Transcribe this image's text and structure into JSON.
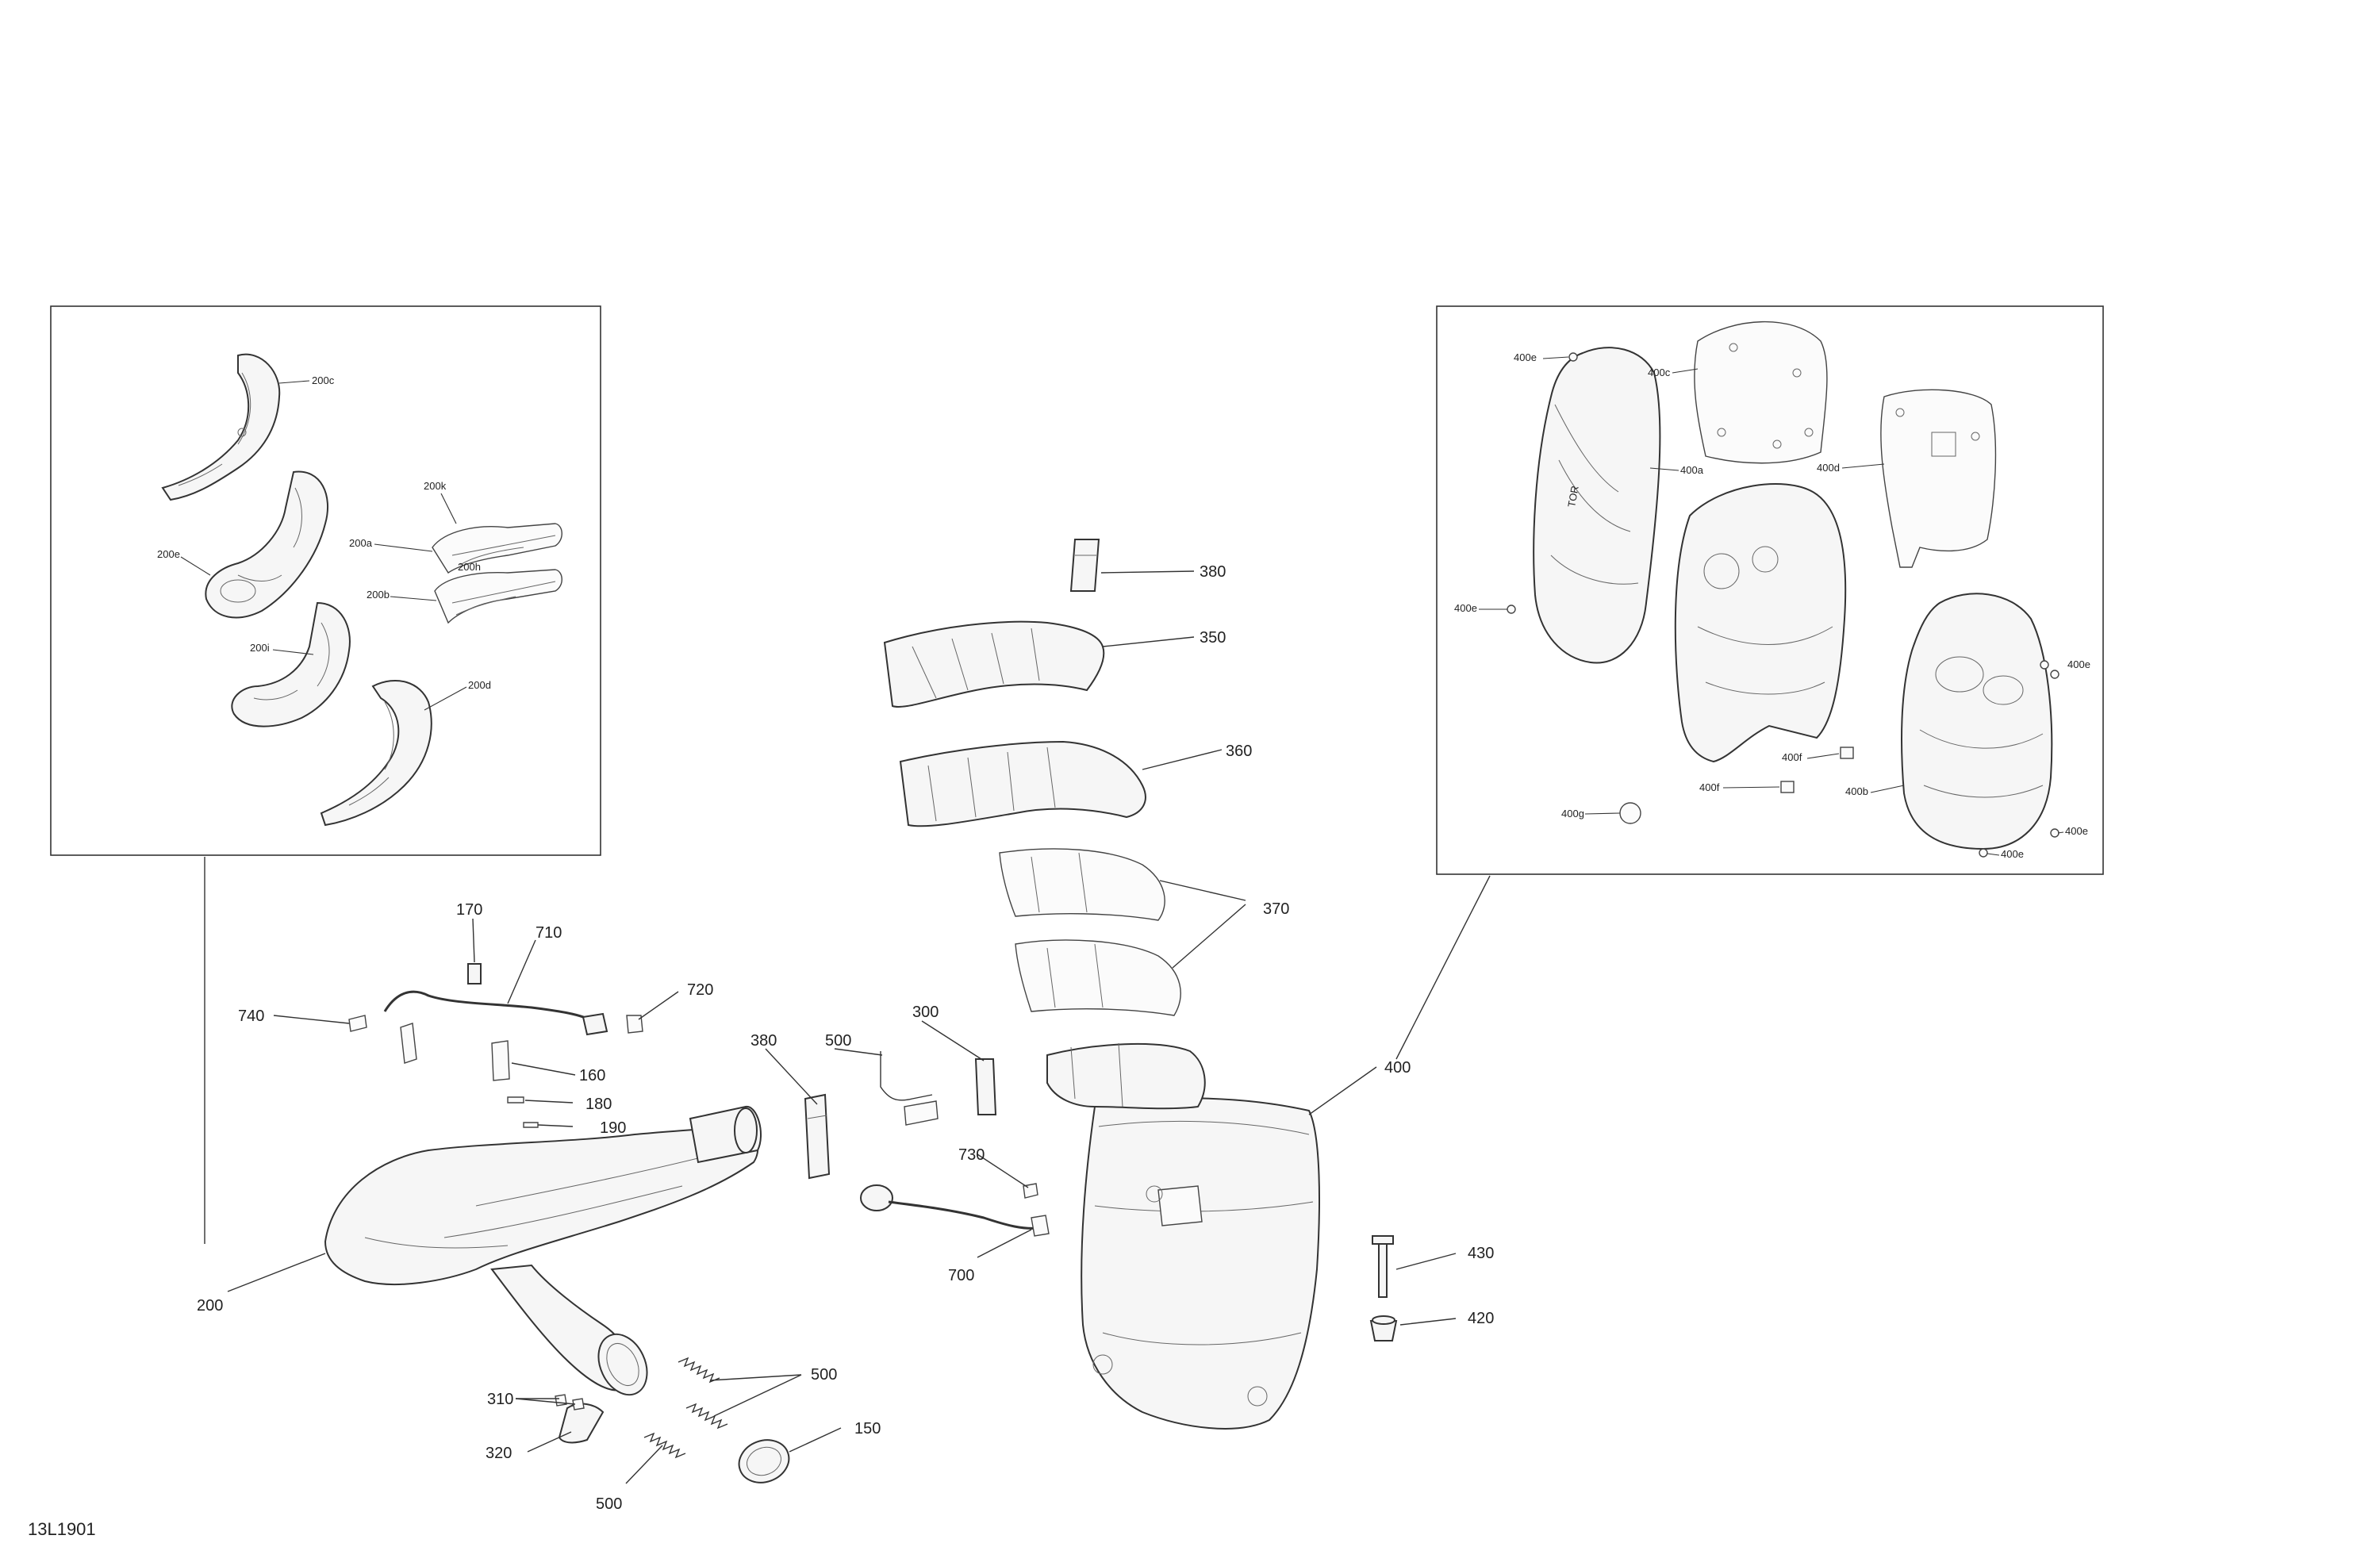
{
  "drawing": {
    "id": "13L1901"
  },
  "callouts_main": [
    {
      "key": "c380a",
      "text": "380"
    },
    {
      "key": "c350",
      "text": "350"
    },
    {
      "key": "c360",
      "text": "360"
    },
    {
      "key": "c370",
      "text": "370"
    },
    {
      "key": "c170",
      "text": "170"
    },
    {
      "key": "c710",
      "text": "710"
    },
    {
      "key": "c740",
      "text": "740"
    },
    {
      "key": "c720",
      "text": "720"
    },
    {
      "key": "c160",
      "text": "160"
    },
    {
      "key": "c180",
      "text": "180"
    },
    {
      "key": "c190",
      "text": "190"
    },
    {
      "key": "c380b",
      "text": "380"
    },
    {
      "key": "c500a",
      "text": "500"
    },
    {
      "key": "c300",
      "text": "300"
    },
    {
      "key": "c730",
      "text": "730"
    },
    {
      "key": "c700",
      "text": "700"
    },
    {
      "key": "c400",
      "text": "400"
    },
    {
      "key": "c430",
      "text": "430"
    },
    {
      "key": "c420",
      "text": "420"
    },
    {
      "key": "c200",
      "text": "200"
    },
    {
      "key": "c310",
      "text": "310"
    },
    {
      "key": "c320",
      "text": "320"
    },
    {
      "key": "c500b",
      "text": "500"
    },
    {
      "key": "c500c",
      "text": "500"
    },
    {
      "key": "c150",
      "text": "150"
    }
  ],
  "callouts_inset_left": [
    {
      "key": "i200c",
      "text": "200c"
    },
    {
      "key": "i200k",
      "text": "200k"
    },
    {
      "key": "i200a",
      "text": "200a"
    },
    {
      "key": "i200h",
      "text": "200h"
    },
    {
      "key": "i200e",
      "text": "200e"
    },
    {
      "key": "i200b",
      "text": "200b"
    },
    {
      "key": "i200i",
      "text": "200i"
    },
    {
      "key": "i200d",
      "text": "200d"
    }
  ],
  "callouts_inset_right": [
    {
      "key": "r400e1",
      "text": "400e"
    },
    {
      "key": "r400c",
      "text": "400c"
    },
    {
      "key": "r400a",
      "text": "400a"
    },
    {
      "key": "r400d",
      "text": "400d"
    },
    {
      "key": "r400e2",
      "text": "400e"
    },
    {
      "key": "r400e3",
      "text": "400e"
    },
    {
      "key": "r400f1",
      "text": "400f"
    },
    {
      "key": "r400f2",
      "text": "400f"
    },
    {
      "key": "r400b",
      "text": "400b"
    },
    {
      "key": "r400g",
      "text": "400g"
    },
    {
      "key": "r400e4",
      "text": "400e"
    },
    {
      "key": "r400e5",
      "text": "400e"
    }
  ]
}
